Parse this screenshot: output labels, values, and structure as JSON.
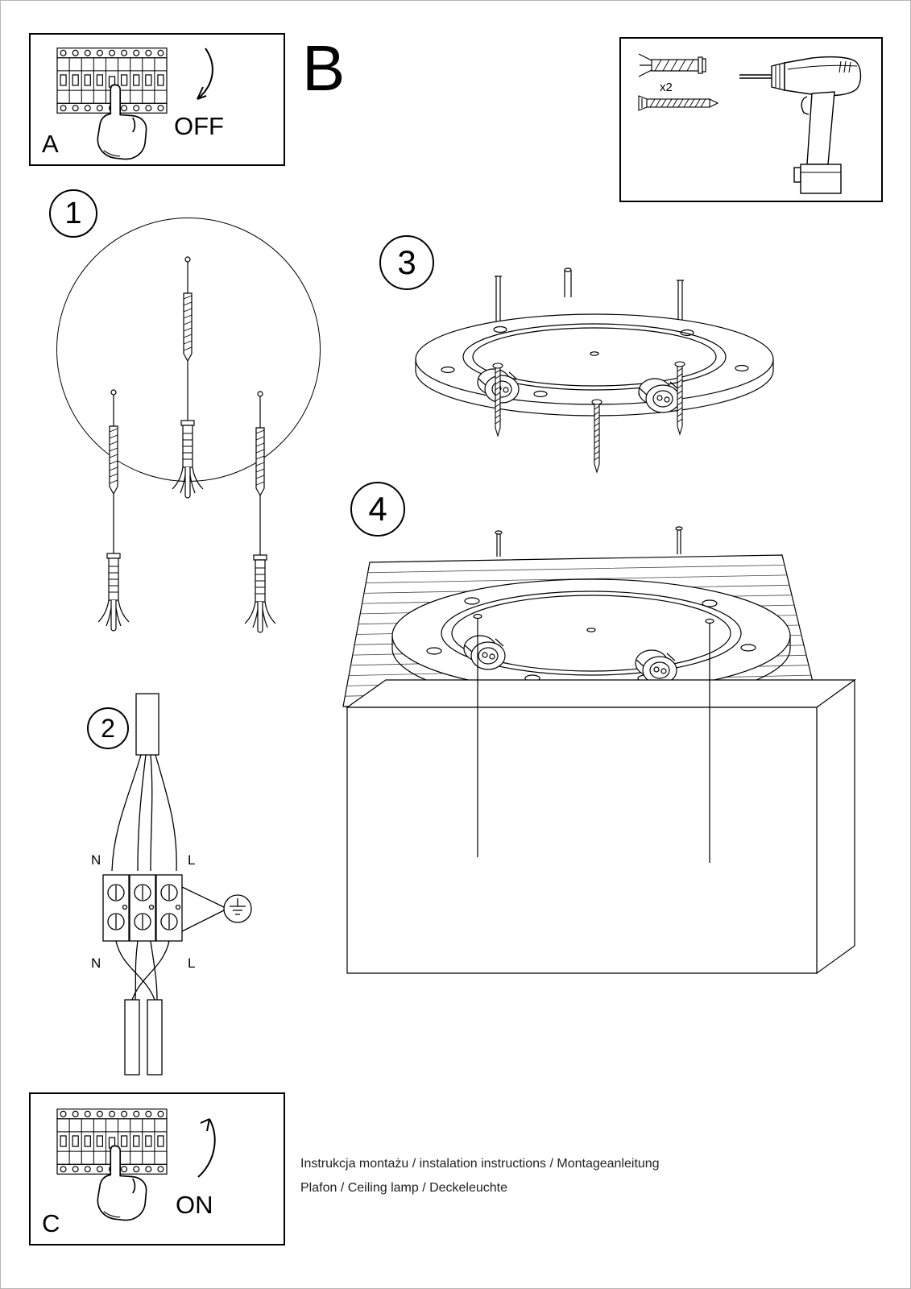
{
  "panel_a": {
    "label": "A",
    "switch_state": "OFF"
  },
  "section_b": {
    "label": "B"
  },
  "tools": {
    "dowel_quantity": "x2"
  },
  "steps": {
    "one": "1",
    "two": "2",
    "three": "3",
    "four": "4"
  },
  "wiring": {
    "n_top": "N",
    "l_top": "L",
    "n_bottom": "N",
    "l_bottom": "L"
  },
  "panel_c": {
    "label": "C",
    "switch_state": "ON"
  },
  "footer": {
    "line1": "Instrukcja montażu / instalation instructions / Montageanleitung",
    "line2": "Plafon / Ceiling lamp / Deckeleuchte"
  }
}
